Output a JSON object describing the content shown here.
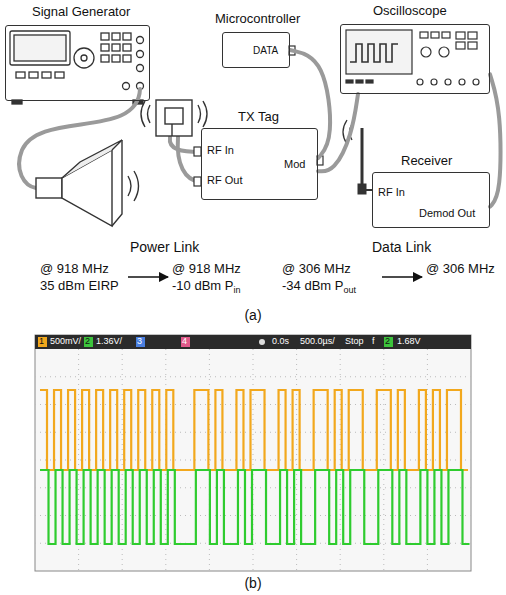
{
  "diagram": {
    "nodes": [
      {
        "text": [
          "Signal Generator"
        ]
      },
      {
        "text": [
          "Microcontroller",
          "DATA"
        ]
      },
      {
        "text": [
          "Oscilloscope"
        ]
      },
      {
        "text": [
          "TX Tag",
          "RF In",
          "RF Out",
          "Mod"
        ]
      },
      {
        "text": [
          "Receiver",
          "RF In",
          "Demod Out"
        ]
      }
    ],
    "edges": [
      {
        "from": 1,
        "to": 3,
        "arrow": "none"
      },
      {
        "from": 2,
        "to": 3,
        "arrow": "none"
      },
      {
        "from": 2,
        "to": 4,
        "arrow": "none"
      }
    ],
    "labels": [
      "Power Link",
      "Data Link",
      "@ 918 MHz",
      "35 dBm EIRP",
      "@ 918 MHz",
      "-10 dBm P",
      "in",
      "@ 306 MHz",
      "-34 dBm P",
      "out",
      "@ 306 MHz",
      "(a)",
      "1",
      "500mV/",
      "2",
      "1.36V/",
      "3",
      "4",
      "0.0s",
      "500.0µs/",
      "Stop",
      "f",
      "2",
      "1.68V",
      "(b)"
    ]
  }
}
